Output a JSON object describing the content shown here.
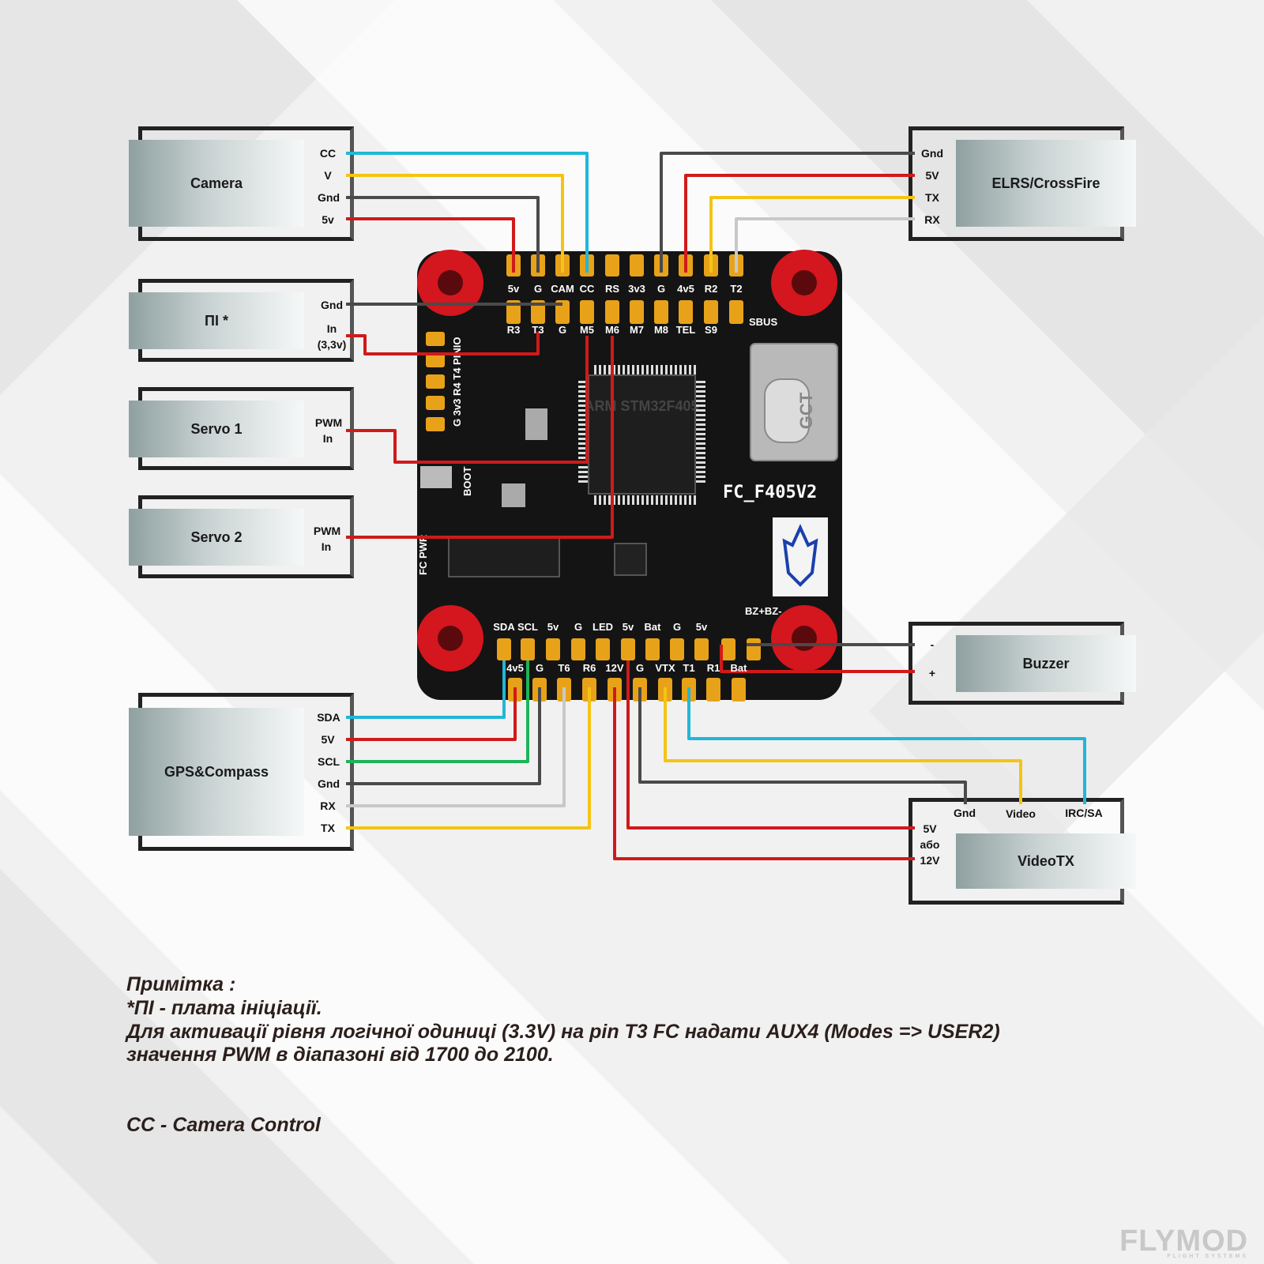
{
  "modules": {
    "camera": {
      "title": "Camera",
      "pins": [
        "CC",
        "V",
        "Gnd",
        "5v"
      ]
    },
    "pi": {
      "title": "ПІ *",
      "pins": [
        "Gnd",
        "In",
        "(3,3v)"
      ]
    },
    "servo1": {
      "title": "Servo 1",
      "pins": [
        "PWM",
        "In"
      ]
    },
    "servo2": {
      "title": "Servo 2",
      "pins": [
        "PWM",
        "In"
      ]
    },
    "gps": {
      "title": "GPS&Compass",
      "pins": [
        "SDA",
        "5V",
        "SCL",
        "Gnd",
        "RX",
        "TX"
      ]
    },
    "elrs": {
      "title": "ELRS/CrossFire",
      "pins": [
        "Gnd",
        "5V",
        "TX",
        "RX"
      ]
    },
    "buzzer": {
      "title": "Buzzer",
      "pins": [
        "-",
        "+"
      ]
    },
    "videotx": {
      "title": "VideoTX",
      "pins_top": [
        "Gnd",
        "Video",
        "IRC/SA"
      ],
      "pins_left": [
        "5V",
        "або",
        "12V"
      ]
    }
  },
  "board": {
    "name": "FC_F405V2",
    "top_pads_row1": [
      "5v",
      "G",
      "CAM",
      "CC",
      "RS",
      "3v3",
      "G",
      "4v5",
      "R2",
      "T2"
    ],
    "top_pads_row2": [
      "R3",
      "T3",
      "G",
      "M5",
      "M6",
      "M7",
      "M8",
      "TEL",
      "S9"
    ],
    "sbus": "SBUS",
    "left_side": "G 3v3 R4 T4 PINIO",
    "boot": "BOOT",
    "fc_pwr": "FC PWR",
    "bottom_row1": [
      "SDA",
      "SCL",
      "5v",
      "G",
      "LED",
      "5v",
      "Bat",
      "G",
      "5v"
    ],
    "bottom_row2": [
      "4v5",
      "G",
      "T6",
      "R6",
      "12V",
      "G",
      "VTX",
      "T1",
      "R1",
      "Bat"
    ],
    "buzzer_label": "BZ+BZ-",
    "usb_label": "GCT",
    "mcu_label": "ARM STM32F405"
  },
  "notes": {
    "line1": "Примітка :",
    "line2": "*ПІ - плата ініціації.",
    "line3": "Для активації рівня логічної одиниці (3.3V) на pin T3 FC надати AUX4 (Modes => USER2)",
    "line4": "значення PWM в діапазоні від 1700 до 2100.",
    "line5": "CC - Camera Control"
  },
  "logo": {
    "text": "FLYMOD",
    "sub": "FLIGHT SYSTEMS"
  },
  "colors": {
    "wire_cyan": "#20b7d8",
    "wire_yellow": "#f4c414",
    "wire_red": "#d01a1a",
    "wire_dark": "#4a4a4a",
    "wire_green": "#1cb45a",
    "wire_light": "#c8c8c8",
    "board": "#141414",
    "pad": "#e8a21a",
    "mount": "#d4161e"
  }
}
